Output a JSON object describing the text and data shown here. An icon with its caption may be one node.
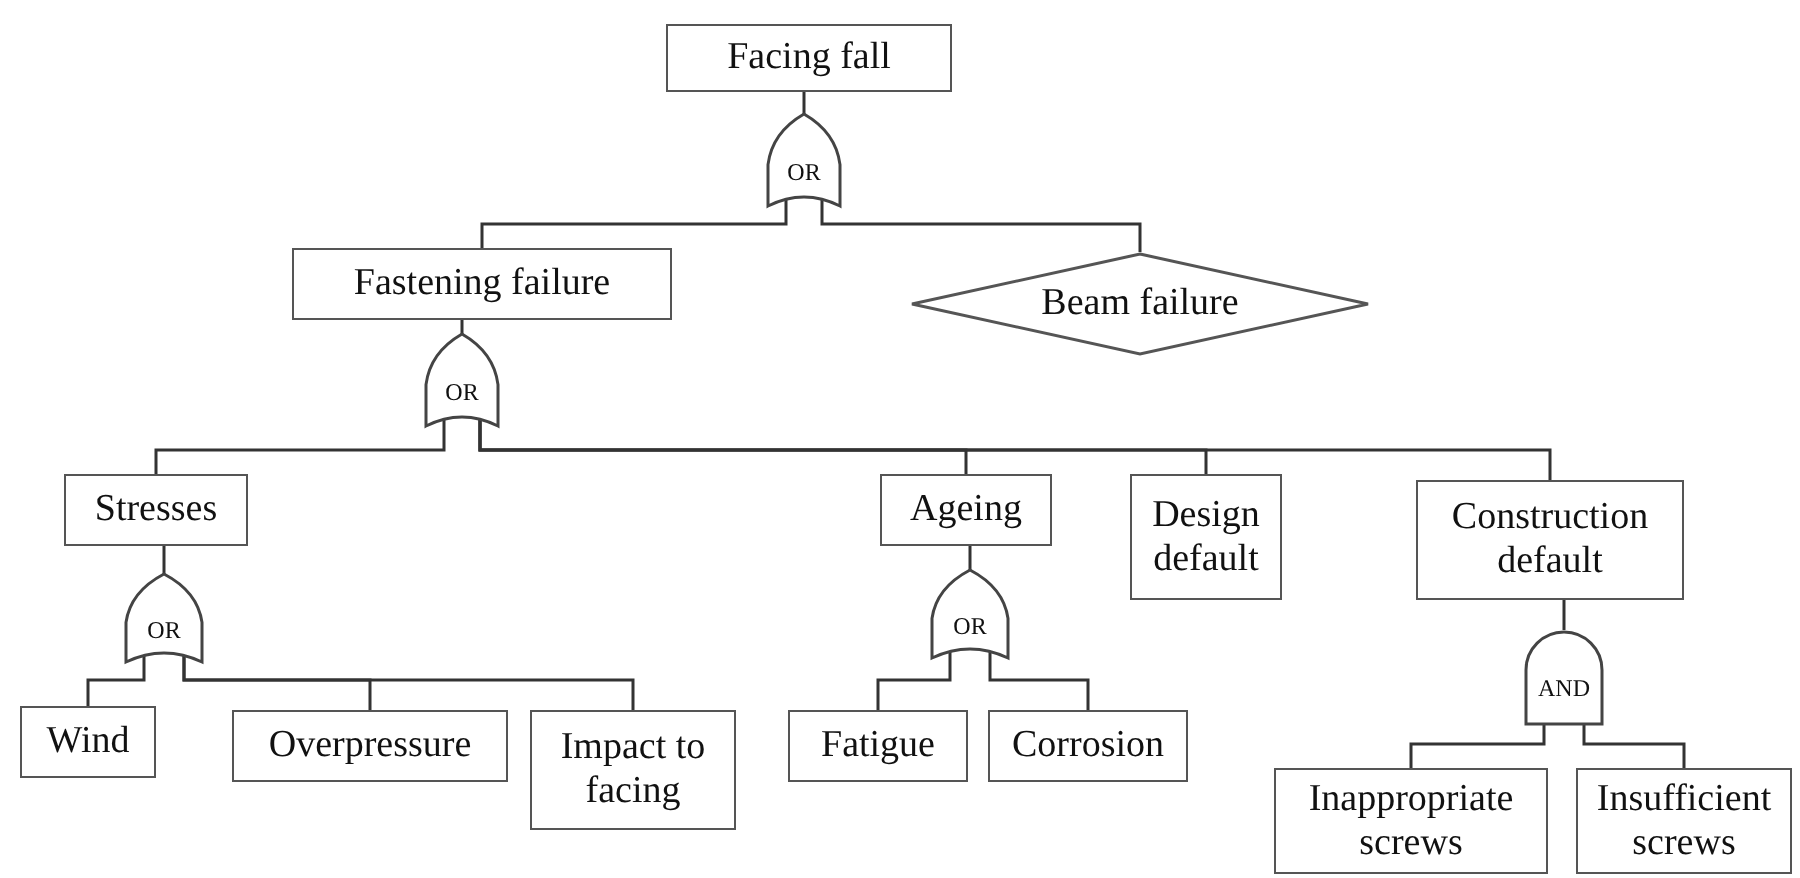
{
  "diagram": {
    "nodes": [
      {
        "text": [
          "Facing fall"
        ]
      },
      {
        "text": [
          "OR"
        ]
      },
      {
        "text": [
          "Fastening failure"
        ]
      },
      {
        "text": [
          "Beam failure"
        ]
      },
      {
        "text": [
          "OR"
        ]
      },
      {
        "text": [
          "Stresses"
        ]
      },
      {
        "text": [
          "Ageing"
        ]
      },
      {
        "text": [
          "Design default"
        ]
      },
      {
        "text": [
          "Construction default"
        ]
      },
      {
        "text": [
          "OR"
        ]
      },
      {
        "text": [
          "OR"
        ]
      },
      {
        "text": [
          "AND"
        ]
      },
      {
        "text": [
          "Wind"
        ]
      },
      {
        "text": [
          "Overpressure"
        ]
      },
      {
        "text": [
          "Impact to facing"
        ]
      },
      {
        "text": [
          "Fatigue"
        ]
      },
      {
        "text": [
          "Corrosion"
        ]
      },
      {
        "text": [
          "Inappropriate screws"
        ]
      },
      {
        "text": [
          "Insufficient screws"
        ]
      }
    ],
    "edges": [
      {
        "from": 0,
        "to": 1,
        "arrow": "none"
      },
      {
        "from": 1,
        "to": 2,
        "arrow": "none"
      },
      {
        "from": 1,
        "to": 3,
        "arrow": "none"
      },
      {
        "from": 2,
        "to": 4,
        "arrow": "none"
      },
      {
        "from": 4,
        "to": 5,
        "arrow": "none"
      },
      {
        "from": 4,
        "to": 6,
        "arrow": "none"
      },
      {
        "from": 4,
        "to": 7,
        "arrow": "none"
      },
      {
        "from": 4,
        "to": 8,
        "arrow": "none"
      },
      {
        "from": 5,
        "to": 9,
        "arrow": "none"
      },
      {
        "from": 9,
        "to": 12,
        "arrow": "none"
      },
      {
        "from": 9,
        "to": 13,
        "arrow": "none"
      },
      {
        "from": 9,
        "to": 14,
        "arrow": "none"
      },
      {
        "from": 6,
        "to": 10,
        "arrow": "none"
      },
      {
        "from": 10,
        "to": 15,
        "arrow": "none"
      },
      {
        "from": 10,
        "to": 16,
        "arrow": "none"
      },
      {
        "from": 8,
        "to": 11,
        "arrow": "none"
      },
      {
        "from": 11,
        "to": 17,
        "arrow": "none"
      },
      {
        "from": 11,
        "to": 18,
        "arrow": "none"
      }
    ]
  }
}
